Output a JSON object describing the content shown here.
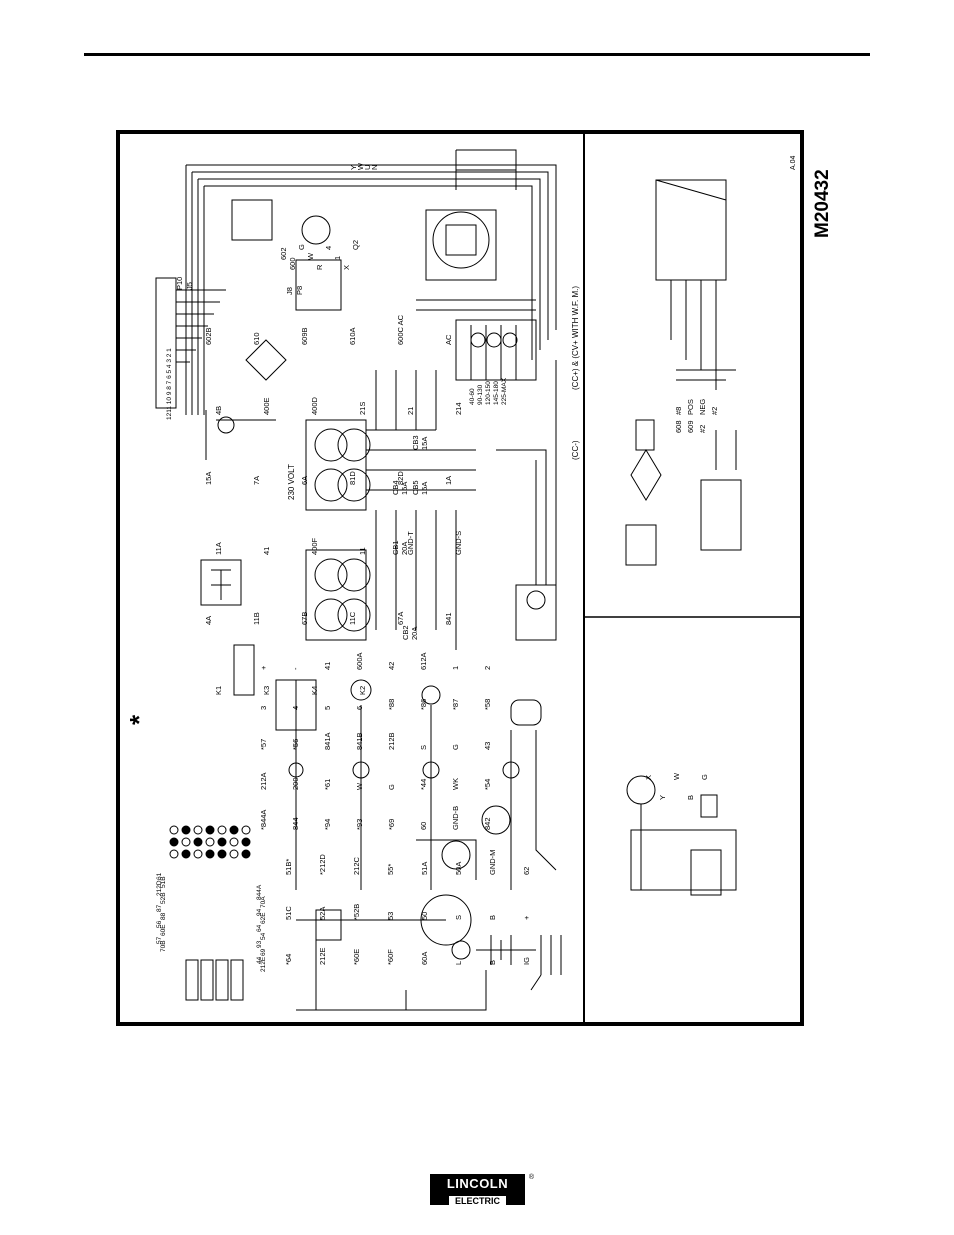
{
  "diagram": {
    "drawing_number": "M20432",
    "revision": "A.04",
    "asterisk": "*",
    "notes": {
      "cc_plus": "(CC+) & (CV+ WITH W.F. M.)",
      "cc_minus": "(CC-)",
      "volt_230": "230 VOLT"
    },
    "connectors": {
      "p10": "P10",
      "j5": "J5",
      "p8": "P8",
      "j8": "J8",
      "j5_pins_top": "1211 10 9 8 7 6 5 4 3 2 1"
    },
    "breakers": {
      "cb1": "CB1",
      "cb1_rating": "20A",
      "cb2": "CB2",
      "cb2_rating": "20A",
      "cb3": "CB3",
      "cb3_rating": "15A",
      "cb4": "CB4",
      "cb4_rating": "15A",
      "cb5": "CB5",
      "cb5_rating": "15A"
    },
    "range_switch": [
      "225-MAX",
      "145-180",
      "120-150",
      "90-130",
      "40-60"
    ],
    "wires_top": [
      "Y",
      "W",
      "U",
      "N",
      "602",
      "600",
      "G",
      "W",
      "R",
      "4",
      "1",
      "X",
      "Q2"
    ],
    "wires_left": [
      "602B",
      "610",
      "609B",
      "610A",
      "600C AC",
      "AC",
      "4B",
      "400E",
      "400D",
      "21S",
      "21",
      "214",
      "15A",
      "7A",
      "6A",
      "81D",
      "82D",
      "1A",
      "11A",
      "41",
      "400F",
      "11",
      "GND-T",
      "GND-S",
      "4A",
      "11B",
      "67B",
      "11C",
      "67A",
      "841",
      "K1",
      "K3",
      "K4",
      "K2"
    ],
    "labels_mid": [
      "+",
      "-",
      "41",
      "600A",
      "42",
      "612A",
      "1",
      "2",
      "3",
      "4",
      "5",
      "6",
      "*88",
      "*86",
      "*87",
      "*58",
      "*57",
      "*56",
      "841A",
      "841B",
      "212B",
      "S",
      "G",
      "43",
      "212A",
      "200",
      "*61",
      "W",
      "G",
      "*44",
      "WK",
      "*54",
      "*844A",
      "844",
      "*94",
      "*93",
      "*69",
      "60",
      "GND-B",
      "842"
    ],
    "labels_bottom": [
      "51B*",
      "*212D",
      "212C",
      "55*",
      "51A",
      "50A",
      "GND-M",
      "62",
      "51C",
      "52A",
      "*52B",
      "53",
      "50",
      "S",
      "B",
      "+",
      "*64",
      "212E",
      "*60E",
      "*60F",
      "60A",
      "L",
      "B",
      "IG"
    ],
    "plug_pinout": [
      "61",
      "51B",
      "212D",
      "52B",
      "87",
      "88",
      "56",
      "60E",
      "57",
      "70B",
      "844A",
      "70A",
      "94",
      "62E",
      "64",
      "54",
      "93",
      "69",
      "44",
      "212E"
    ],
    "right_top": [
      "#8",
      "POS",
      "NEG",
      "#2",
      "608",
      "609",
      "#2"
    ],
    "right_bottom": [
      "X",
      "Y",
      "W",
      "B",
      "G"
    ]
  },
  "logo": {
    "line1": "LINCOLN",
    "line2": "ELECTRIC",
    "reg": "®"
  }
}
